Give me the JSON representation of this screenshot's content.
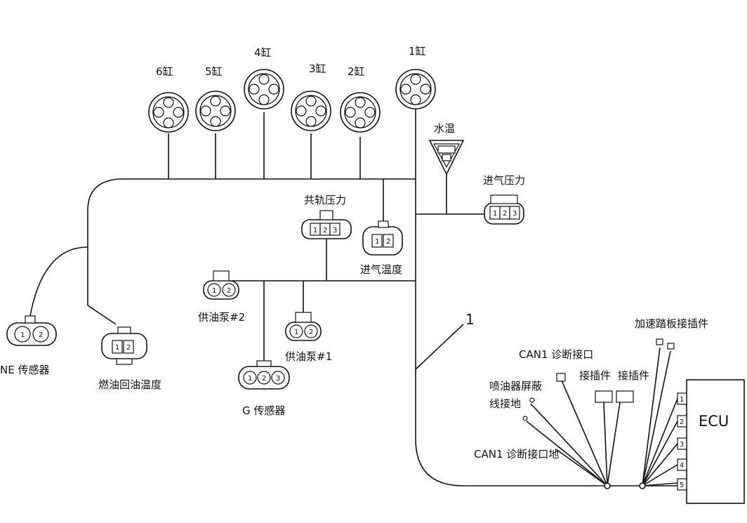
{
  "injectors": [
    {
      "label": "6缸"
    },
    {
      "label": "5缸"
    },
    {
      "label": "4缸"
    },
    {
      "label": "3缸"
    },
    {
      "label": "2缸"
    },
    {
      "label": "1缸"
    }
  ],
  "sensors": {
    "water_temp": "水温",
    "intake_pressure": "进气压力",
    "rail_pressure": "共轨压力",
    "intake_temp": "进气温度",
    "pump2": "供油泵#2",
    "pump1": "供油泵#1",
    "ne_sensor": "NE  传感器",
    "fuel_return_temp": "燃油回油温度",
    "g_sensor": "G  传感器"
  },
  "harness_ref": "1",
  "ecu": {
    "label": "ECU",
    "pins": [
      "1",
      "2",
      "3",
      "4",
      "5"
    ]
  },
  "pedal_connector": "加速踏板接插件",
  "can1_port": "CAN1  诊断接口",
  "connector_a": "接插件",
  "connector_b": "接插件",
  "injector_shield_line1": "喷油器屏蔽",
  "injector_shield_line2": "线接地",
  "can1_ground": "CAN1  诊断接口地",
  "pin_labels": {
    "p1": "1",
    "p2": "2",
    "p3": "3"
  }
}
